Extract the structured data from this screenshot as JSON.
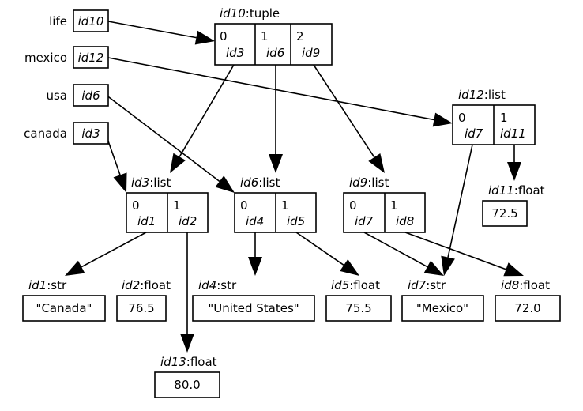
{
  "variables": [
    {
      "name": "life",
      "ref": "id10"
    },
    {
      "name": "mexico",
      "ref": "id12"
    },
    {
      "name": "usa",
      "ref": "id6"
    },
    {
      "name": "canada",
      "ref": "id3"
    }
  ],
  "objects": {
    "id10": {
      "id": "id10",
      "type": "tuple",
      "items": [
        {
          "index": "0",
          "ref": "id3"
        },
        {
          "index": "1",
          "ref": "id6"
        },
        {
          "index": "2",
          "ref": "id9"
        }
      ]
    },
    "id12": {
      "id": "id12",
      "type": "list",
      "items": [
        {
          "index": "0",
          "ref": "id7"
        },
        {
          "index": "1",
          "ref": "id11"
        }
      ]
    },
    "id3": {
      "id": "id3",
      "type": "list",
      "items": [
        {
          "index": "0",
          "ref": "id1"
        },
        {
          "index": "1",
          "ref": "id2"
        }
      ]
    },
    "id6": {
      "id": "id6",
      "type": "list",
      "items": [
        {
          "index": "0",
          "ref": "id4"
        },
        {
          "index": "1",
          "ref": "id5"
        }
      ]
    },
    "id9": {
      "id": "id9",
      "type": "list",
      "items": [
        {
          "index": "0",
          "ref": "id7"
        },
        {
          "index": "1",
          "ref": "id8"
        }
      ]
    },
    "id11": {
      "id": "id11",
      "type": "float",
      "value": "72.5"
    },
    "id1": {
      "id": "id1",
      "type": "str",
      "value": "\"Canada\""
    },
    "id2": {
      "id": "id2",
      "type": "float",
      "value": "76.5"
    },
    "id4": {
      "id": "id4",
      "type": "str",
      "value": "\"United States\""
    },
    "id5": {
      "id": "id5",
      "type": "float",
      "value": "75.5"
    },
    "id7": {
      "id": "id7",
      "type": "str",
      "value": "\"Mexico\""
    },
    "id8": {
      "id": "id8",
      "type": "float",
      "value": "72.0"
    },
    "id13": {
      "id": "id13",
      "type": "float",
      "value": "80.0"
    }
  },
  "separator": ":",
  "edges": [
    {
      "from": "life",
      "to": "id10"
    },
    {
      "from": "mexico",
      "to": "id12"
    },
    {
      "from": "usa",
      "to": "id6"
    },
    {
      "from": "canada",
      "to": "id3"
    },
    {
      "from": "id10.0",
      "to": "id3"
    },
    {
      "from": "id10.1",
      "to": "id6"
    },
    {
      "from": "id10.2",
      "to": "id9"
    },
    {
      "from": "id12.0",
      "to": "id7"
    },
    {
      "from": "id12.1",
      "to": "id11"
    },
    {
      "from": "id3.0",
      "to": "id1"
    },
    {
      "from": "id3.1",
      "to": "id13"
    },
    {
      "from": "id6.0",
      "to": "id4"
    },
    {
      "from": "id6.1",
      "to": "id5"
    },
    {
      "from": "id9.0",
      "to": "id7"
    },
    {
      "from": "id9.1",
      "to": "id8"
    }
  ]
}
